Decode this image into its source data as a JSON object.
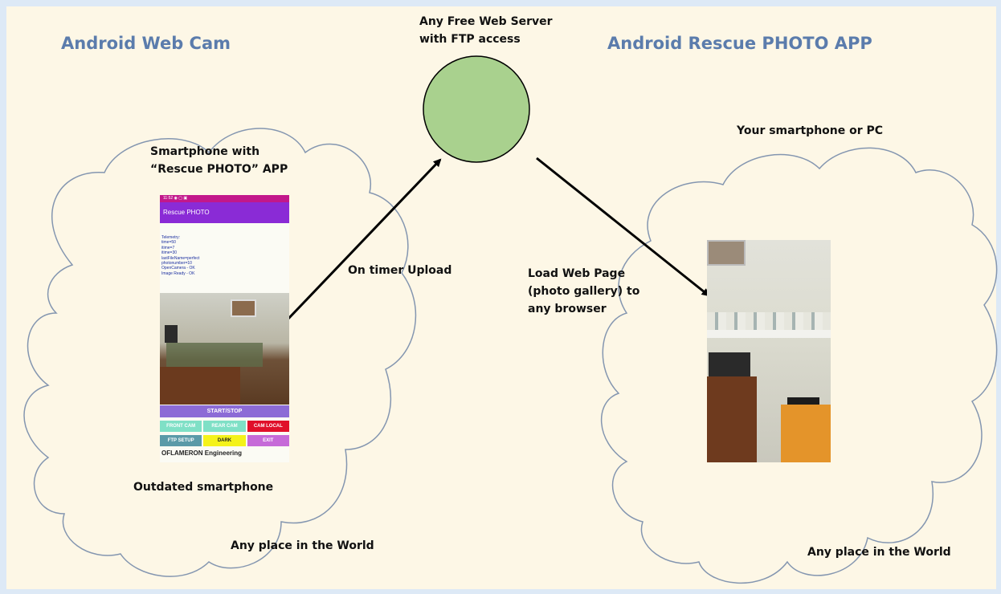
{
  "titles": {
    "left": "Android Web Cam",
    "right": "Android Rescue PHOTO APP"
  },
  "server": {
    "label_line1": "Any Free Web Server",
    "label_line2": "with FTP access"
  },
  "left_cloud": {
    "phone_caption_line1": "Smartphone with",
    "phone_caption_line2": "“Rescue PHOTO” APP",
    "device_label": "Outdated smartphone",
    "location": "Any place in the World"
  },
  "right_cloud": {
    "caption": "Your smartphone or PC",
    "location": "Any place in the World"
  },
  "arrows": {
    "upload_label": "On timer Upload",
    "load_label_line1": "Load Web Page",
    "load_label_line2": "(photo gallery) to",
    "load_label_line3": "any browser"
  },
  "phone_app": {
    "status_bar": "11:52 ◉ ▢ ▣",
    "app_title": "Rescue PHOTO",
    "telemetry": [
      "Telemetry:",
      "time=50",
      "itime=7",
      "itime=30",
      "lastFileName=perfect",
      "photonumber=10",
      "OpenCamera - OK",
      "Image Ready - OK"
    ],
    "start_stop": "START/STOP",
    "front_cam": "FRONT CAM",
    "rear_cam": "REAR CAM",
    "cam_local": "CAM LOCAL",
    "ftp_setup": "FTP SETUP",
    "dark": "DARK",
    "exit": "EXIT",
    "footer": "OFLAMERON Engineering"
  },
  "colors": {
    "background": "#fdf7e6",
    "border": "#dde9f6",
    "title": "#5b7cac",
    "server_fill": "#a9d18e",
    "cloud_stroke": "#8496b0",
    "arrow": "#000000"
  }
}
